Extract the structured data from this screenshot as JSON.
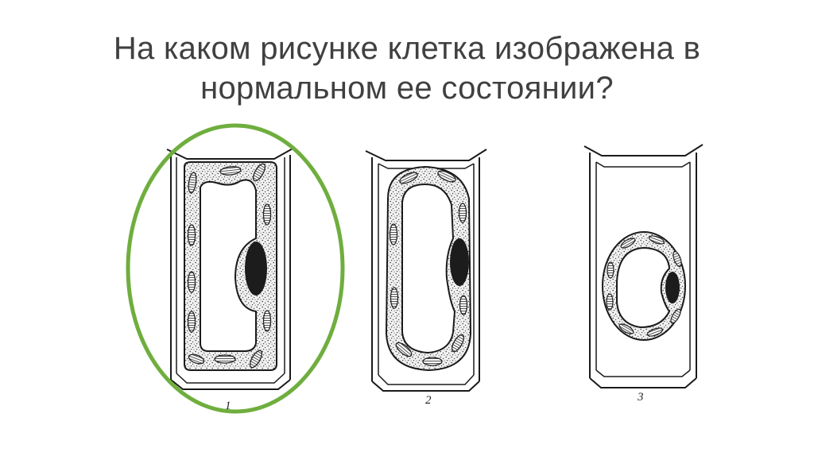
{
  "slide": {
    "title_line1": "На каком рисунке клетка изображена в",
    "title_line2": "нормальном ее состоянии?"
  },
  "figures": [
    {
      "label": "1",
      "highlighted": true
    },
    {
      "label": "2",
      "highlighted": false
    },
    {
      "label": "3",
      "highlighted": false
    }
  ],
  "colors": {
    "highlight_ring": "#6fae3e",
    "title_text": "#404040",
    "outline": "#1a1a1a",
    "nucleus": "#1c1c1c"
  }
}
